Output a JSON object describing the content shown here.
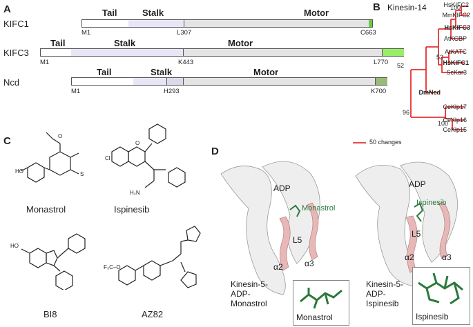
{
  "panels": {
    "a": "A",
    "b": "B",
    "c": "C",
    "d": "D"
  },
  "panelA": {
    "proteins": [
      {
        "name": "KIFC1",
        "start": "M1",
        "boundary": "L307",
        "end": "C663",
        "labels": [
          "Tail",
          "Stalk",
          "Motor"
        ]
      },
      {
        "name": "KIFC3",
        "start": "M1",
        "boundary": "K443",
        "end": "L770",
        "labels": [
          "Tail",
          "Stalk",
          "Motor"
        ]
      },
      {
        "name": "Ncd",
        "start": "M1",
        "boundary": "H293",
        "end": "K700",
        "labels": [
          "Tail",
          "Stalk",
          "Motor"
        ]
      }
    ]
  },
  "panelB": {
    "title": "Kinesin-14",
    "leaves": [
      "HsKIFC2",
      "MmKIFC2",
      "HsKIFC3",
      "AtKCBP",
      "AtKATC",
      "HsKIFC1",
      "ScKar3",
      "DmNcd",
      "CeKlp17",
      "CeKlp16",
      "CeKlp15"
    ],
    "bootstrap": [
      "100",
      "52",
      "52",
      "96",
      "100"
    ],
    "scale_label": "50 changes"
  },
  "panelC": {
    "compounds": [
      "Monastrol",
      "Ispinesib",
      "BI8",
      "AZ82"
    ]
  },
  "panelD": {
    "left": {
      "ligand": "ADP",
      "drug": "Monastrol",
      "loop": "L5",
      "helix1": "α2",
      "helix2": "α3",
      "caption": [
        "Kinesin-5-",
        "ADP-",
        "Monastrol"
      ],
      "inset": "Monastrol"
    },
    "right": {
      "ligand": "ADP",
      "drug": "Ispinesib",
      "loop": "L5",
      "helix1": "α2",
      "helix2": "α3",
      "caption": [
        "Kinesin-5-",
        "ADP-",
        "Ispinesib"
      ],
      "inset": "Ispinesib"
    }
  }
}
